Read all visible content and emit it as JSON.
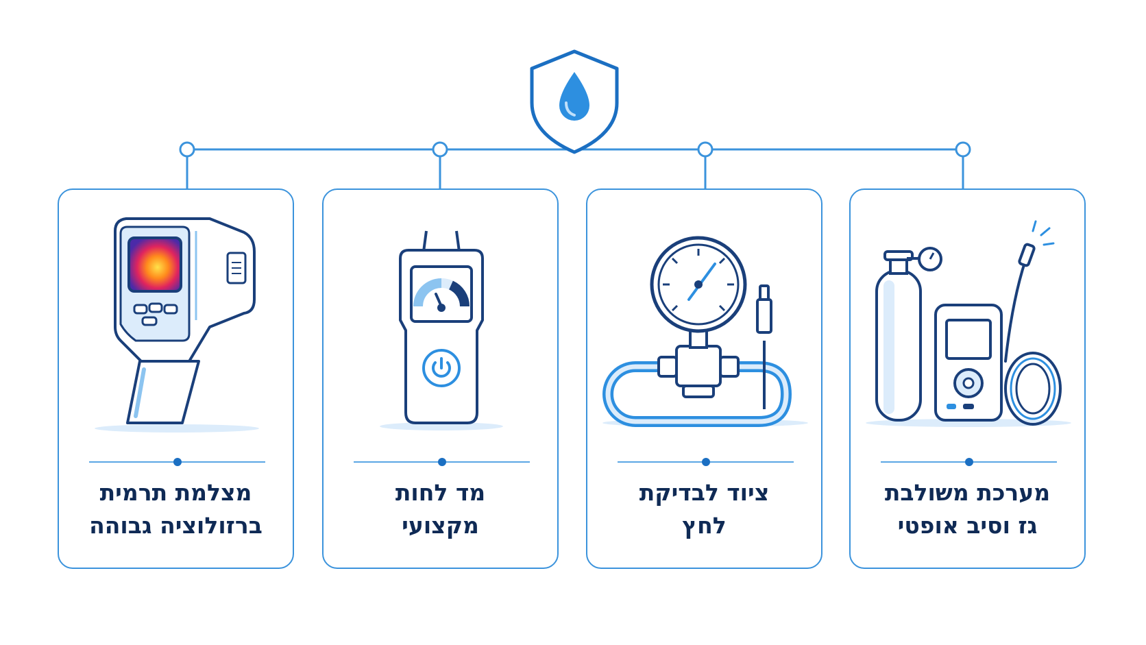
{
  "diagram": {
    "colors": {
      "outline": "#1a3f7a",
      "accent": "#2d8fe0",
      "light": "#dcecfb",
      "card_border": "#3b93dc",
      "text": "#0f2a55"
    },
    "top_icon": "shield-water-drop-icon",
    "cards": [
      {
        "icon": "fiber-optic-gas-kit-icon",
        "lines": [
          "מערכת משולבת",
          "גז וסיב אופטי"
        ]
      },
      {
        "icon": "pressure-test-gauge-icon",
        "lines": [
          "ציוד לבדיקת",
          "לחץ"
        ]
      },
      {
        "icon": "moisture-meter-icon",
        "lines": [
          "מד לחות",
          "מקצועי"
        ]
      },
      {
        "icon": "thermal-camera-icon",
        "lines": [
          "מצלמת תרמית",
          "ברזולוציה גבוהה"
        ]
      }
    ]
  }
}
